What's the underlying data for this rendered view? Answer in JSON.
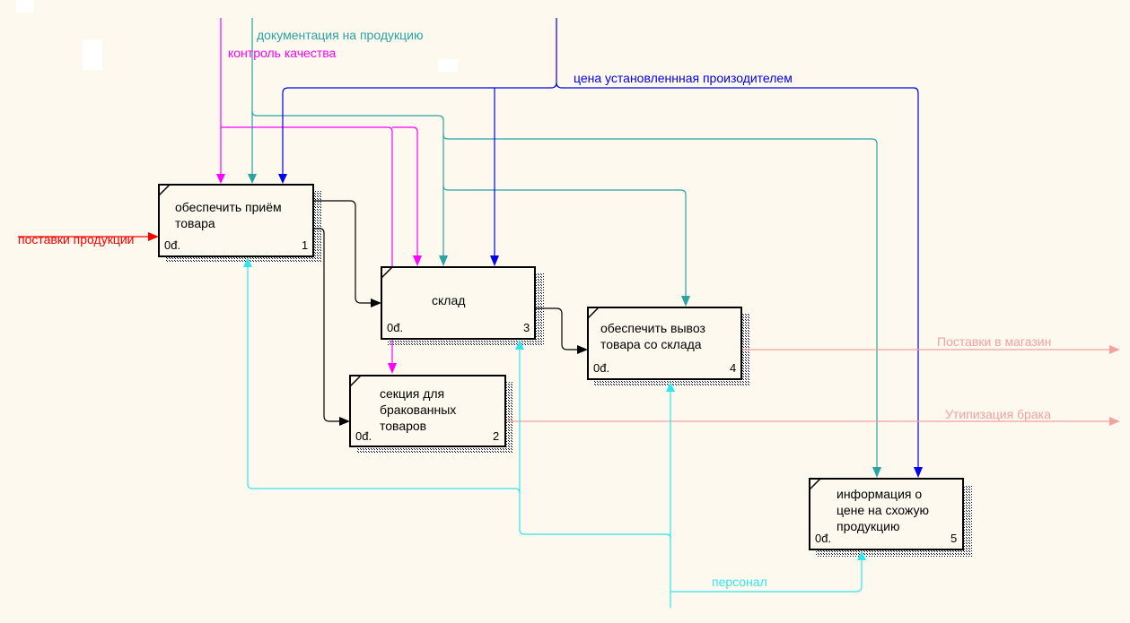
{
  "colors": {
    "background": "#fdf9ee",
    "magenta": "#ff00ff",
    "teal": "#2aa3a3",
    "blue": "#0000ee",
    "cyan": "#33e5ef",
    "red": "#ff0000",
    "pink": "#f4a1a1",
    "black": "#000000"
  },
  "boxes": [
    {
      "id": "b1",
      "lines": [
        "обеспечить приём",
        "товара"
      ],
      "cost": "0đ.",
      "num": "1"
    },
    {
      "id": "b3",
      "lines": [
        "склад"
      ],
      "cost": "0đ.",
      "num": "3"
    },
    {
      "id": "b2",
      "lines": [
        "секция для",
        "бракованных",
        "товаров"
      ],
      "cost": "0đ.",
      "num": "2"
    },
    {
      "id": "b4",
      "lines": [
        "обеспечить вывоз",
        "товара со склада"
      ],
      "cost": "0đ.",
      "num": "4"
    },
    {
      "id": "b5",
      "lines": [
        "информация о",
        "цене на схожую",
        "продукцию"
      ],
      "cost": "0đ.",
      "num": "5"
    }
  ],
  "labels": {
    "documentation": "документация на продукцию",
    "quality_control": "контроль качества",
    "price": "цена установленнная произодителем",
    "supply": "поставки продукции",
    "to_stores": "Поставки в магазин",
    "defect_disposal": "Утипизация брака",
    "staff": "персонал"
  }
}
